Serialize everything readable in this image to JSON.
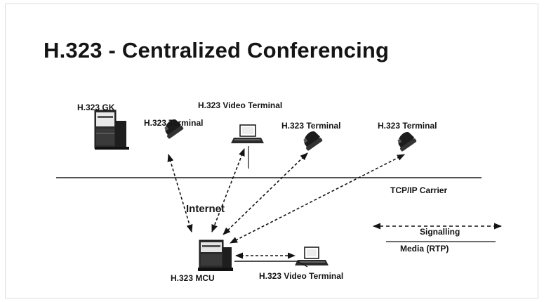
{
  "slide": {
    "title": "H.323 - Centralized Conferencing"
  },
  "nodes": {
    "gatekeeper": "H.323 GK",
    "terminal_1": "H.323 Terminal",
    "video_terminal_top": "H.323  Video Terminal",
    "terminal_2": "H.323 Terminal",
    "terminal_3": "H.323 Terminal",
    "mcu": "H.323 MCU",
    "video_terminal_bottom": "H.323  Video Terminal"
  },
  "network": {
    "carrier_label": "TCP/IP Carrier",
    "internet_label": "Internet"
  },
  "legend": {
    "signalling": "Signalling",
    "media": "Media (RTP)"
  }
}
